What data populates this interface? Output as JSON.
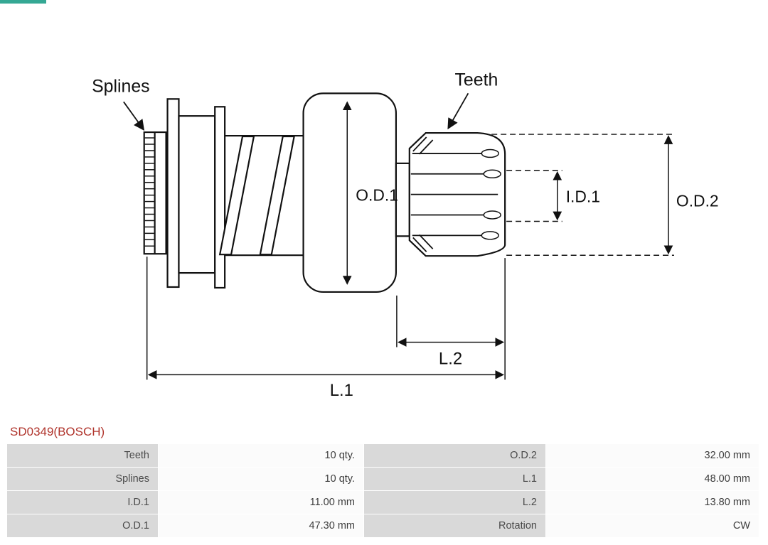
{
  "accent": {
    "top_bar_color": "#35a894"
  },
  "diagram": {
    "labels": {
      "splines": "Splines",
      "teeth": "Teeth",
      "od1": "O.D.1",
      "id1": "I.D.1",
      "od2": "O.D.2",
      "l2": "L.2",
      "l1": "L.1"
    }
  },
  "part": {
    "number": "SD0349(BOSCH)",
    "number_color": "#b0342c"
  },
  "spec_table": {
    "label_bg_color": "#d9d9d9",
    "rows": [
      {
        "c1_label": "Teeth",
        "c1_value": "10 qty.",
        "c2_label": "O.D.2",
        "c2_value": "32.00 mm"
      },
      {
        "c1_label": "Splines",
        "c1_value": "10 qty.",
        "c2_label": "L.1",
        "c2_value": "48.00 mm"
      },
      {
        "c1_label": "I.D.1",
        "c1_value": "11.00 mm",
        "c2_label": "L.2",
        "c2_value": "13.80 mm"
      },
      {
        "c1_label": "O.D.1",
        "c1_value": "47.30 mm",
        "c2_label": "Rotation",
        "c2_value": "CW"
      }
    ]
  }
}
